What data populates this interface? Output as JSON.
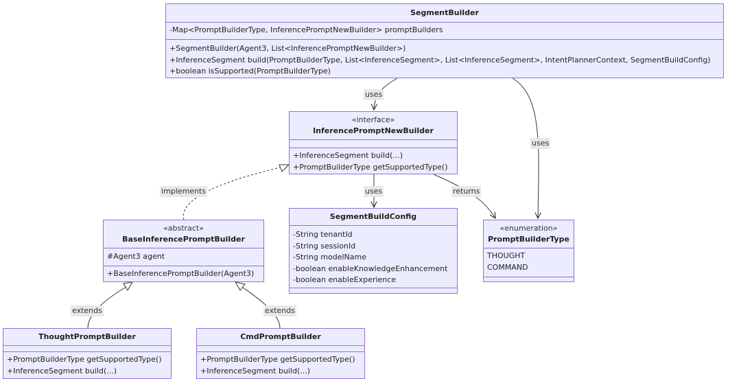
{
  "classes": {
    "segment_builder": {
      "name": "SegmentBuilder",
      "attributes": [
        "-Map<PromptBuilderType, InferencePromptNewBuilder> promptBuilders"
      ],
      "methods": [
        "+SegmentBuilder(Agent3, List<InferencePromptNewBuilder>)",
        "+InferenceSegment build(PromptBuilderType, List<InferenceSegment>, List<InferenceSegment>, IntentPlannerContext, SegmentBuildConfig)",
        "+boolean isSupported(PromptBuilderType)"
      ]
    },
    "inference_prompt_new_builder": {
      "stereotype": "«interface»",
      "name": "InferencePromptNewBuilder",
      "methods": [
        "+InferenceSegment build(...)",
        "+PromptBuilderType getSupportedType()"
      ]
    },
    "base_inference_prompt_builder": {
      "stereotype": "«abstract»",
      "name": "BaseInferencePromptBuilder",
      "attributes": [
        "#Agent3 agent"
      ],
      "methods": [
        "+BaseInferencePromptBuilder(Agent3)"
      ]
    },
    "segment_build_config": {
      "name": "SegmentBuildConfig",
      "attributes": [
        "-String tenantId",
        "-String sessionId",
        "-String modelName",
        "-boolean enableKnowledgeEnhancement",
        "-boolean enableExperience"
      ]
    },
    "prompt_builder_type": {
      "stereotype": "«enumeration»",
      "name": "PromptBuilderType",
      "attributes": [
        "THOUGHT",
        "COMMAND"
      ]
    },
    "thought_prompt_builder": {
      "name": "ThoughtPromptBuilder",
      "methods": [
        "+PromptBuilderType getSupportedType()",
        "+InferenceSegment build(...)"
      ]
    },
    "cmd_prompt_builder": {
      "name": "CmdPromptBuilder",
      "methods": [
        "+PromptBuilderType getSupportedType()",
        "+InferenceSegment build(...)"
      ]
    }
  },
  "edges": {
    "uses_1": "uses",
    "uses_2": "uses",
    "uses_3": "uses",
    "returns": "returns",
    "implements": "implements",
    "extends_1": "extends",
    "extends_2": "extends"
  },
  "colors": {
    "box_fill": "#ECECFF",
    "box_border": "#9370DB",
    "line": "#333333",
    "label_bg": "#e8e8e8"
  }
}
